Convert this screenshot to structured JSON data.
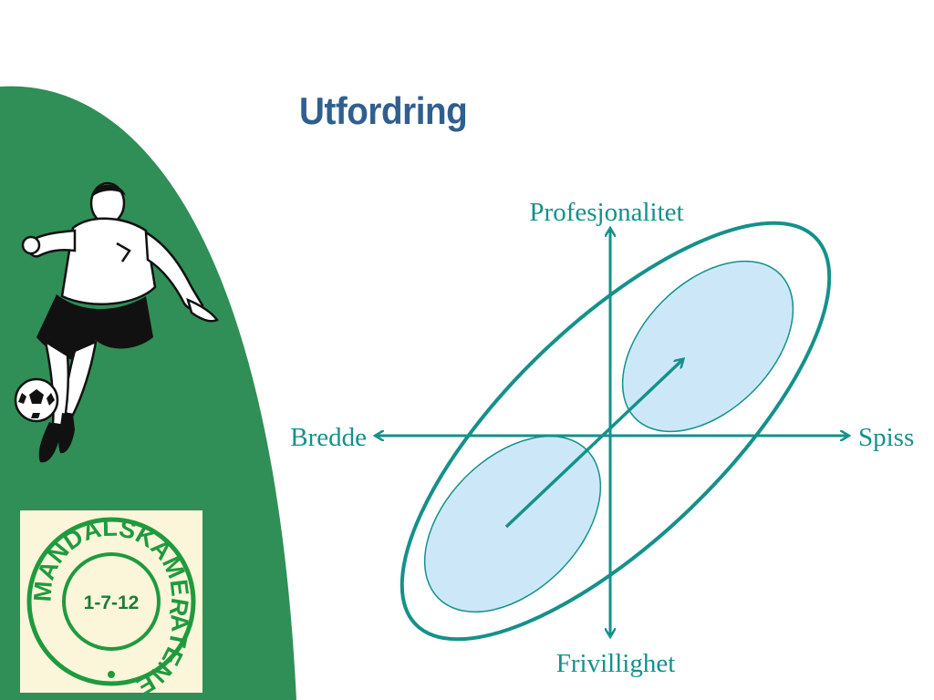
{
  "slide": {
    "title": "Utfordring",
    "background_color": "#ffffff",
    "accent_green": "#2f8f57",
    "title_color": "#2f5f8f"
  },
  "diagram": {
    "axis_top_label": "Profesjonalitet",
    "axis_bottom_label": "Frivillighet",
    "axis_left_label": "Bredde",
    "axis_right_label": "Spiss",
    "line_color": "#14918a",
    "fill_color": "#cce8f8"
  },
  "logo": {
    "ring_text": "MANDALSKAMERATENE",
    "center_text": "1-7-12",
    "color": "#1f9a3f",
    "background": "#fbf6d9"
  },
  "illustration": {
    "icon": "soccer-player-icon"
  }
}
